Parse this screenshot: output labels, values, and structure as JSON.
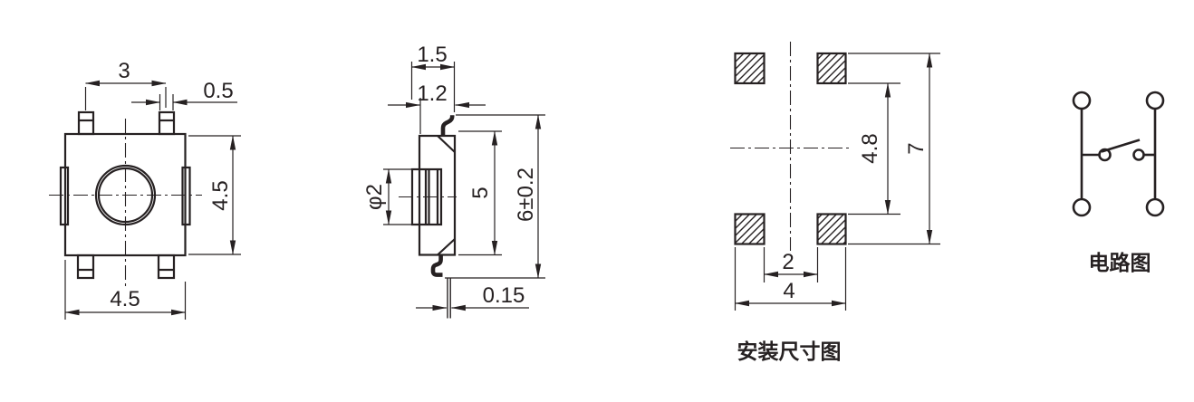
{
  "colors": {
    "ink": "#262122",
    "background": "#ffffff"
  },
  "views": {
    "top": {
      "dims": {
        "pin_pitch": "3",
        "pin_width": "0.5",
        "body_height": "4.5",
        "body_width": "4.5"
      }
    },
    "side": {
      "dims": {
        "cap_width": "1.5",
        "body_thickness": "1.2",
        "stem_diameter": "φ2",
        "body_height": "5",
        "overall_height": "6±0.2",
        "lead_thickness": "0.15"
      }
    },
    "mounting": {
      "caption": "安装尺寸图",
      "dims": {
        "pad_inner_vertical": "4.8",
        "pad_outer_vertical": "7",
        "pad_inner_horizontal": "2",
        "pad_outer_horizontal": "4"
      }
    },
    "circuit": {
      "caption": "电路图"
    }
  }
}
